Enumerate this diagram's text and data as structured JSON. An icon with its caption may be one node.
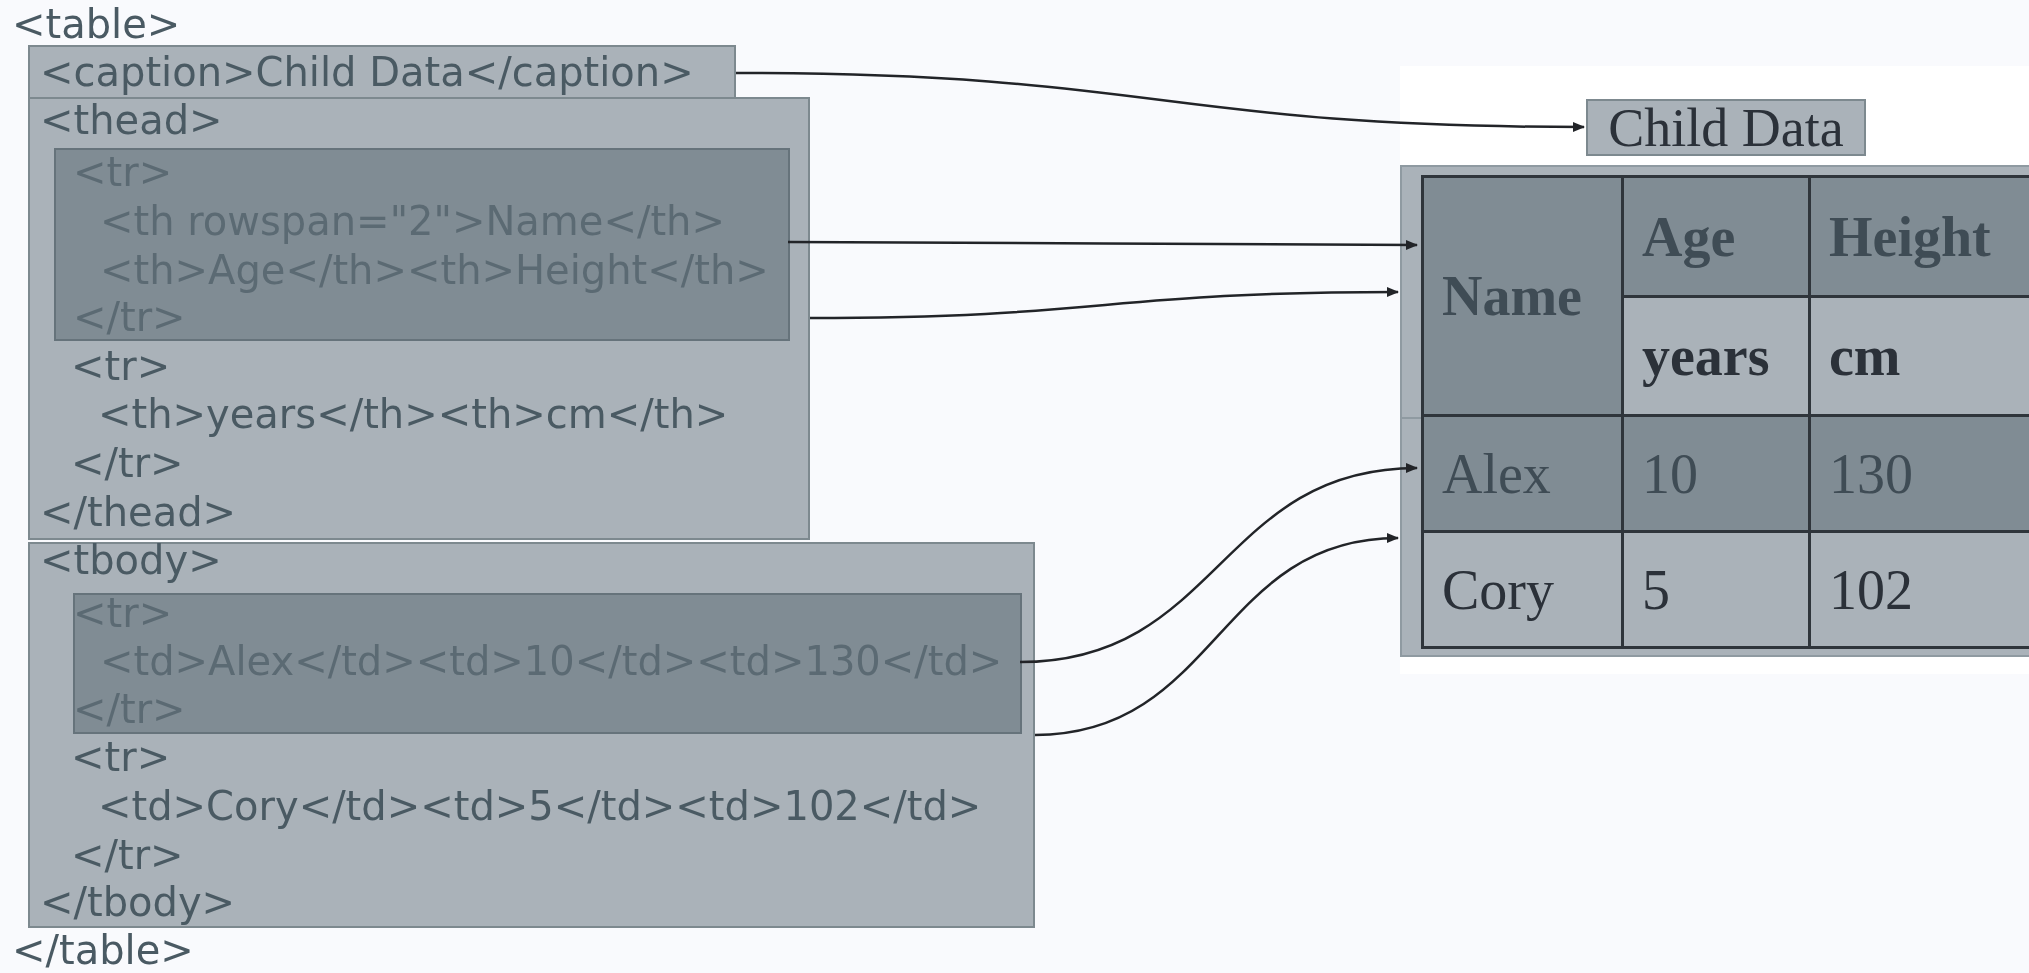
{
  "diagram": {
    "nodes": [
      {
        "text": [
          "<caption>Child Data</caption>"
        ]
      },
      {
        "text": [
          "<thead>",
          "<tr>",
          "<th>years</th><th>cm</th>",
          "</tr>",
          "</thead>"
        ]
      },
      {
        "text": [
          "<tr>",
          "<th rowspan=\"2\">Name</th>",
          "<th>Age</th><th>Height</th>",
          "</tr>"
        ],
        "in": 1
      },
      {
        "text": [
          "<tbody>",
          "<tr>",
          "<td>Cory</td><td>5</td><td>102</td>",
          "</tr>",
          "</tbody>"
        ]
      },
      {
        "text": [
          "<tr>",
          "<td>Alex</td><td>10</td><td>130</td>",
          "</tr>"
        ],
        "in": 3
      },
      {
        "text": [
          "Child Data"
        ]
      },
      {
        "text": [],
        "shape": "box"
      },
      {
        "text": [
          "Name"
        ],
        "in": 6
      },
      {
        "text": [
          "Age"
        ],
        "in": 6
      },
      {
        "text": [
          "Height"
        ],
        "in": 6
      },
      {
        "text": [
          "years"
        ],
        "in": 6
      },
      {
        "text": [
          "cm"
        ],
        "in": 6
      },
      {
        "text": [],
        "shape": "box"
      },
      {
        "text": [
          "Alex"
        ],
        "in": 12
      },
      {
        "text": [
          "10"
        ],
        "in": 12
      },
      {
        "text": [
          "130"
        ],
        "in": 12
      },
      {
        "text": [
          "Cory"
        ],
        "in": 12
      },
      {
        "text": [
          "5"
        ],
        "in": 12
      },
      {
        "text": [
          "102"
        ],
        "in": 12
      }
    ],
    "edges": [
      {
        "from": 0,
        "to": 5,
        "arrow": "to"
      },
      {
        "from": 2,
        "to": 7,
        "arrow": "to"
      },
      {
        "from": 1,
        "to": 6,
        "arrow": "to"
      },
      {
        "from": 4,
        "to": 13,
        "arrow": "to"
      },
      {
        "from": 3,
        "to": 12,
        "arrow": "to"
      }
    ],
    "labels": [
      "<table>",
      "</table>"
    ]
  }
}
